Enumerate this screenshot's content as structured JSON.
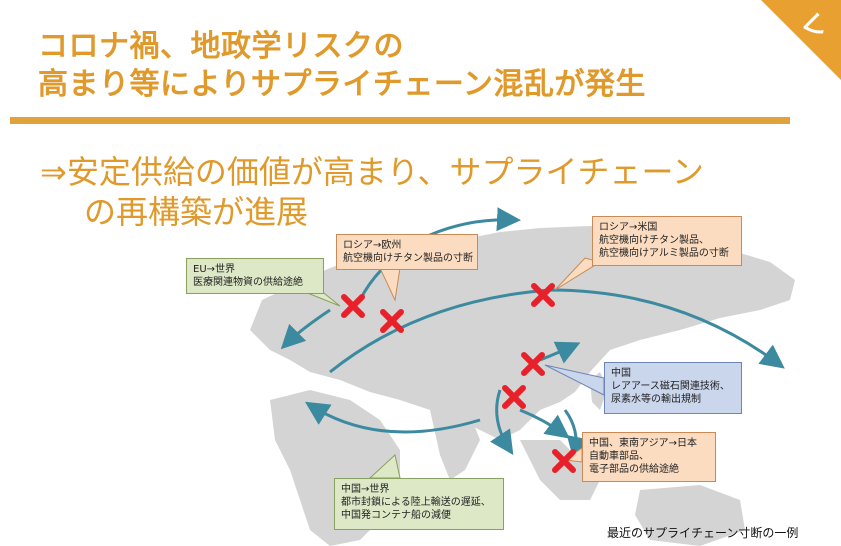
{
  "title": {
    "line1": "コロナ禍、地政学リスクの",
    "line2": "高まり等によりサプライチェーン混乱が発生"
  },
  "corner_label": "レ",
  "subtitle": {
    "line1": "⇒安定供給の価値が高まり、サプライチェーン",
    "line2": "の再構築が進展"
  },
  "callouts": {
    "eu": {
      "line1": "EU→世界",
      "line2": "医療関連物資の供給途絶"
    },
    "russia_eu": {
      "line1": "ロシア→欧州",
      "line2": "航空機向けチタン製品の寸断"
    },
    "russia_us": {
      "line1": "ロシア→米国",
      "line2": "航空機向けチタン製品、",
      "line3": "航空機向けアルミ製品の寸断"
    },
    "china_export": {
      "line1": "中国",
      "line2": "レアアース磁石関連技術、",
      "line3": "尿素水等の輸出規制"
    },
    "sea_japan": {
      "line1": "中国、東南アジア→日本",
      "line2": "自動車部品、",
      "line3": "電子部品の供給途絶"
    },
    "china_world": {
      "line1": "中国→世界",
      "line2": "都市封鎖による陸上輸送の遅延、",
      "line3": "中国発コンテナ船の減便"
    }
  },
  "caption": "最近のサプライチェーン寸断の一例",
  "colors": {
    "title": "#E09A2C",
    "arrow": "#3C8AA0",
    "cross": "#E8202A",
    "land": "#D4D4D4"
  }
}
